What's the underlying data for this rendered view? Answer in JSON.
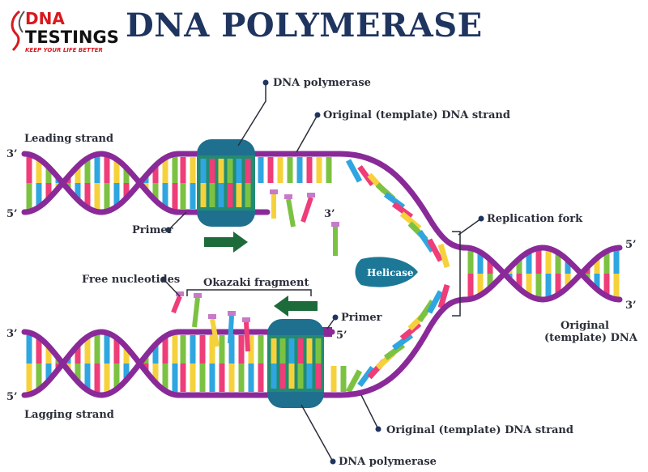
{
  "logo": {
    "line1": "DNA",
    "line2": "TESTINGS",
    "tagline": "KEEP YOUR LIFE BETTER"
  },
  "title": "DNA POLYMERASE",
  "labels": {
    "dna_polymerase_top": "DNA polymerase",
    "template_top": "Original (template) DNA strand",
    "leading_strand": "Leading strand",
    "primer_top": "Primer",
    "replication_fork": "Replication fork",
    "helicase": "Helicase",
    "free_nucleotides": "Free nucleotides",
    "okazaki_fragment": "Okazaki fragment",
    "primer_bottom": "Primer",
    "original_template_dna_line1": "Original",
    "original_template_dna_line2": "(template) DNA",
    "lagging_strand": "Lagging strand",
    "template_bottom": "Original (template) DNA strand",
    "dna_polymerase_bottom": "DNA polymerase"
  },
  "ends": {
    "left_top_3": "3’",
    "left_top_5": "5’",
    "mid_top_3": "3’",
    "right_5": "5’",
    "right_3": "3’",
    "left_bottom_3": "3’",
    "mid_bottom_5": "5’",
    "left_bottom_5": "5’"
  },
  "colors": {
    "backbone": "#8a2a99",
    "title": "#1f3560",
    "polymerase": "#1f6f8f",
    "polymerase_light": "#27a35a",
    "helicase": "#1c7896",
    "arrow": "#1d6b3a",
    "base_pink": "#ee3d79",
    "base_yellow": "#f5d23c",
    "base_green": "#7cc242",
    "base_blue": "#2fa6e0",
    "logo_red": "#d7191f"
  }
}
